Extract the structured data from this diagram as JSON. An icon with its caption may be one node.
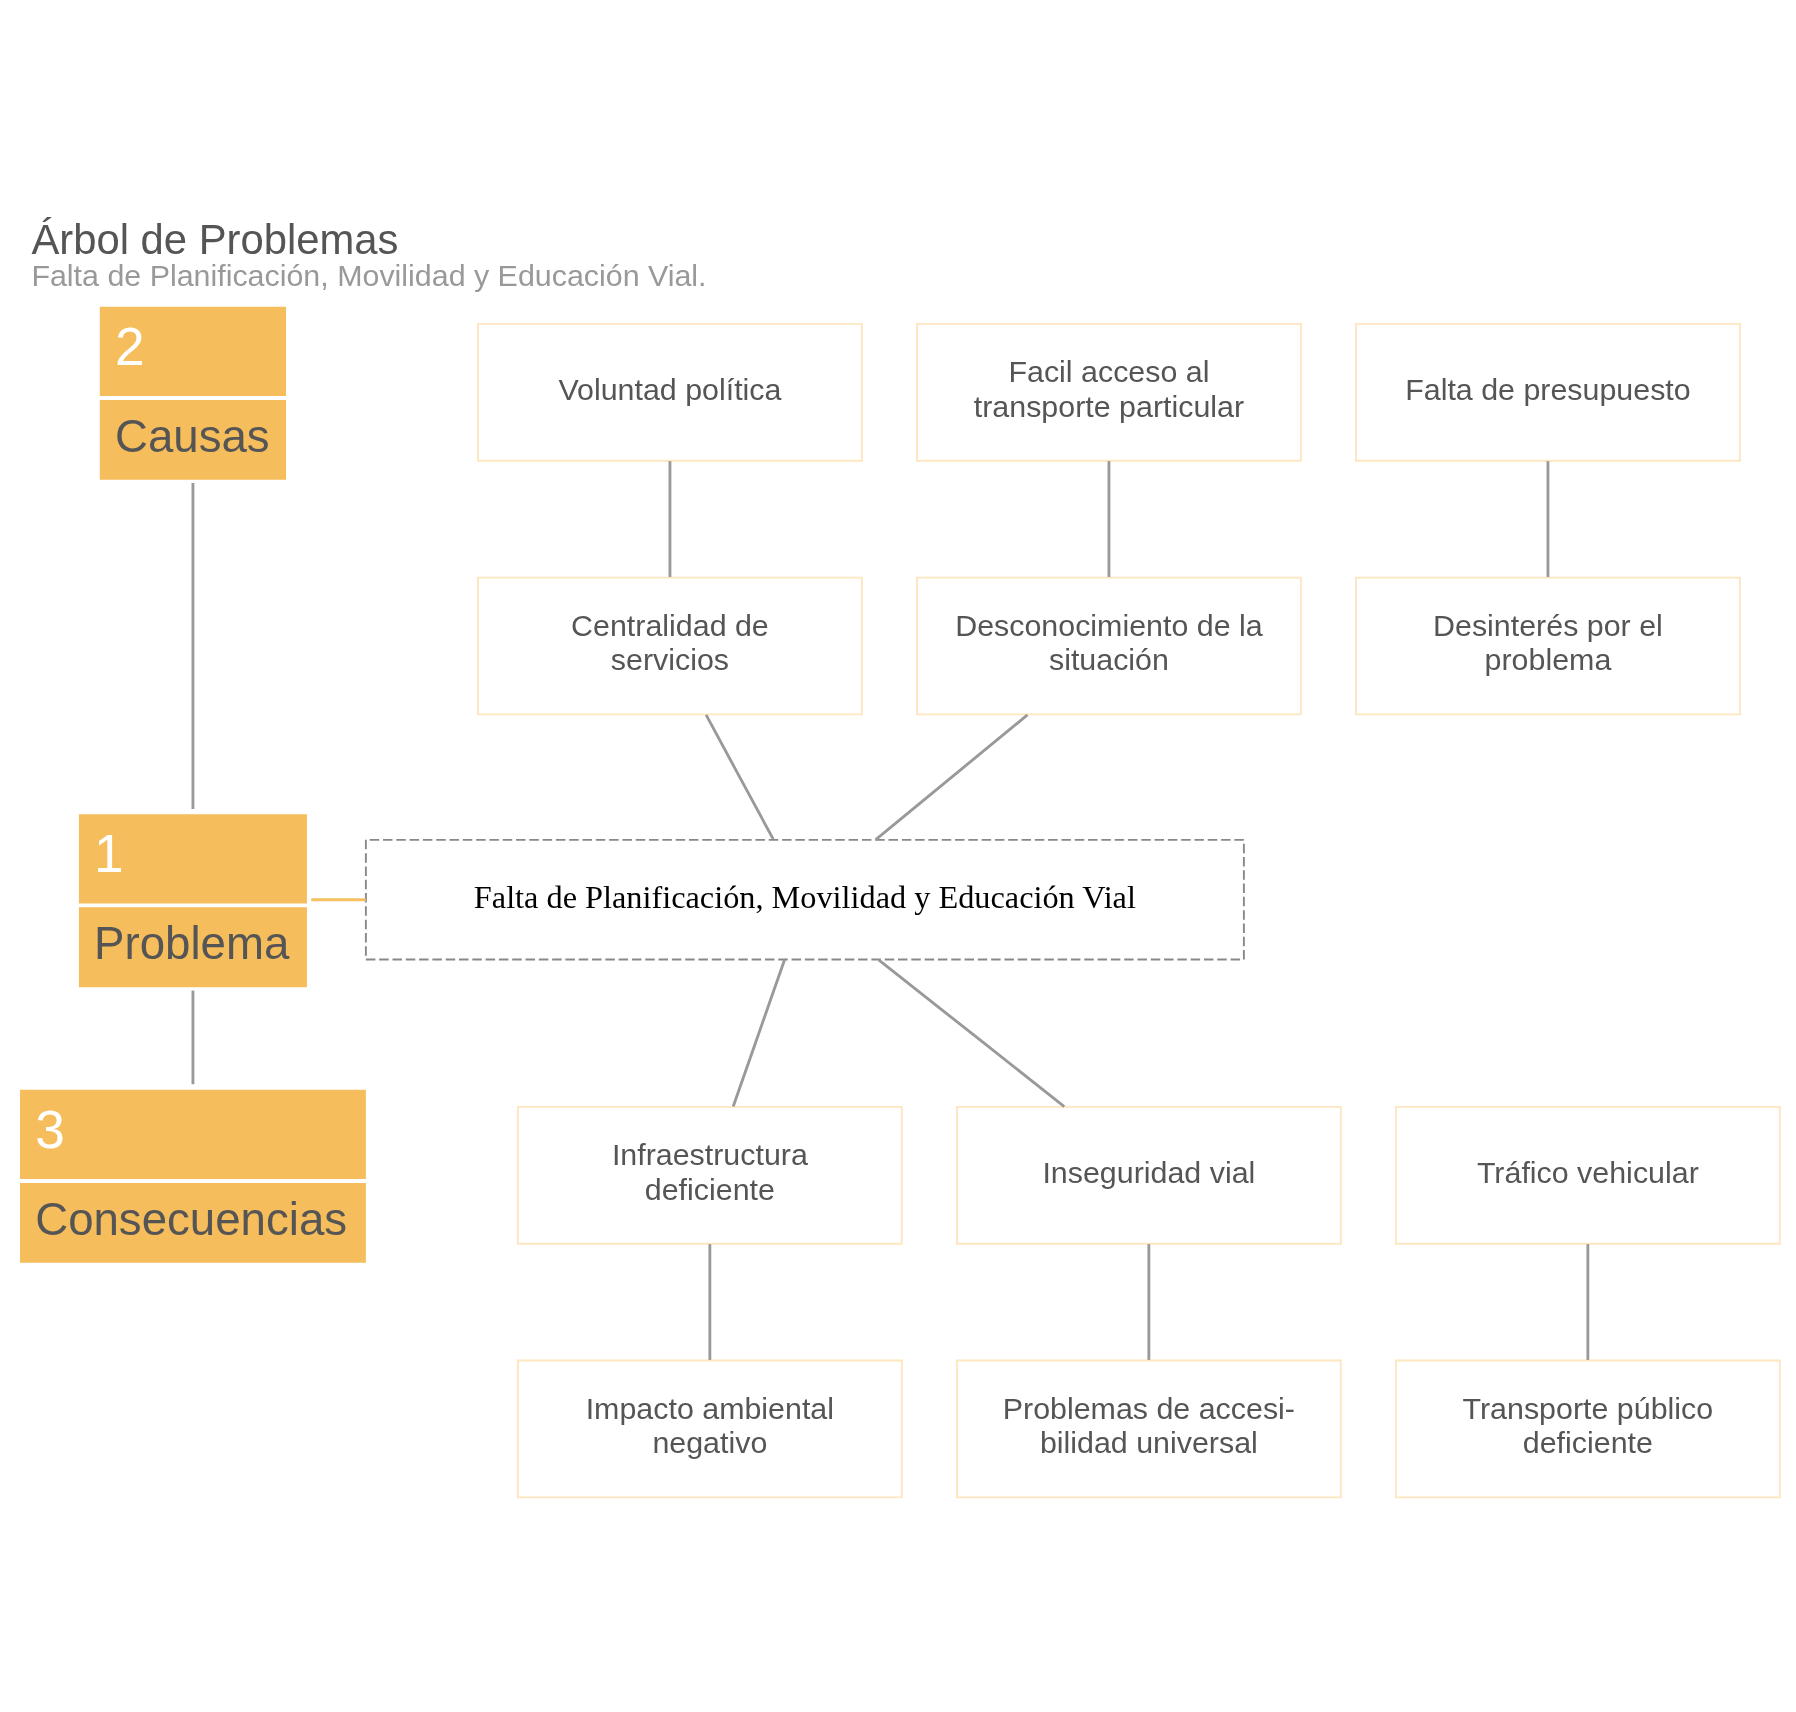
{
  "diagram": {
    "title": "Árbol de Problemas",
    "caption": "Falta de Planificación, Movilidad y Educación Vial.",
    "nodes": [
      {
        "text": [
          "2",
          "Causas"
        ]
      },
      {
        "text": [
          "1",
          "Problema"
        ]
      },
      {
        "text": [
          "3",
          "Consecuencias"
        ]
      },
      {
        "text": [
          "Voluntad política"
        ]
      },
      {
        "text": [
          "Falta de presupuesto"
        ]
      },
      {
        "text": [
          "Facil acceso al transporte particular"
        ]
      },
      {
        "text": [
          "Centralidad de servicios"
        ]
      },
      {
        "text": [
          "Desinterés por el problema"
        ]
      },
      {
        "text": [
          "Desconocimiento de la situación"
        ]
      },
      {
        "text": [
          "Falta de Planificación, Movilidad y Educación Vial"
        ]
      },
      {
        "text": [
          "Infraestructura deficiente"
        ]
      },
      {
        "text": [
          "Tráfico vehicular"
        ]
      },
      {
        "text": [
          "Inseguridad vial"
        ]
      },
      {
        "text": [
          "Impacto ambiental negativo"
        ]
      },
      {
        "text": [
          "Transporte público deficiente"
        ]
      },
      {
        "text": [
          "Problemas de accesi- bilidad universal"
        ]
      }
    ],
    "edges": [
      {
        "from": 0,
        "to": 1,
        "arrow": "none"
      },
      {
        "from": 1,
        "to": 2,
        "arrow": "none"
      },
      {
        "from": 1,
        "to": 9,
        "arrow": "none",
        "color": "#f5c060"
      },
      {
        "from": 3,
        "to": 6,
        "arrow": "none"
      },
      {
        "from": 4,
        "to": 7,
        "arrow": "none"
      },
      {
        "from": 5,
        "to": 8,
        "arrow": "none"
      },
      {
        "from": 6,
        "to": 9,
        "arrow": "none"
      },
      {
        "from": 8,
        "to": 9,
        "arrow": "none"
      },
      {
        "from": 9,
        "to": 10,
        "arrow": "none"
      },
      {
        "from": 9,
        "to": 12,
        "arrow": "none"
      },
      {
        "from": 10,
        "to": 13,
        "arrow": "none"
      },
      {
        "from": 11,
        "to": 14,
        "arrow": "none"
      },
      {
        "from": 12,
        "to": 15,
        "arrow": "none"
      }
    ]
  }
}
